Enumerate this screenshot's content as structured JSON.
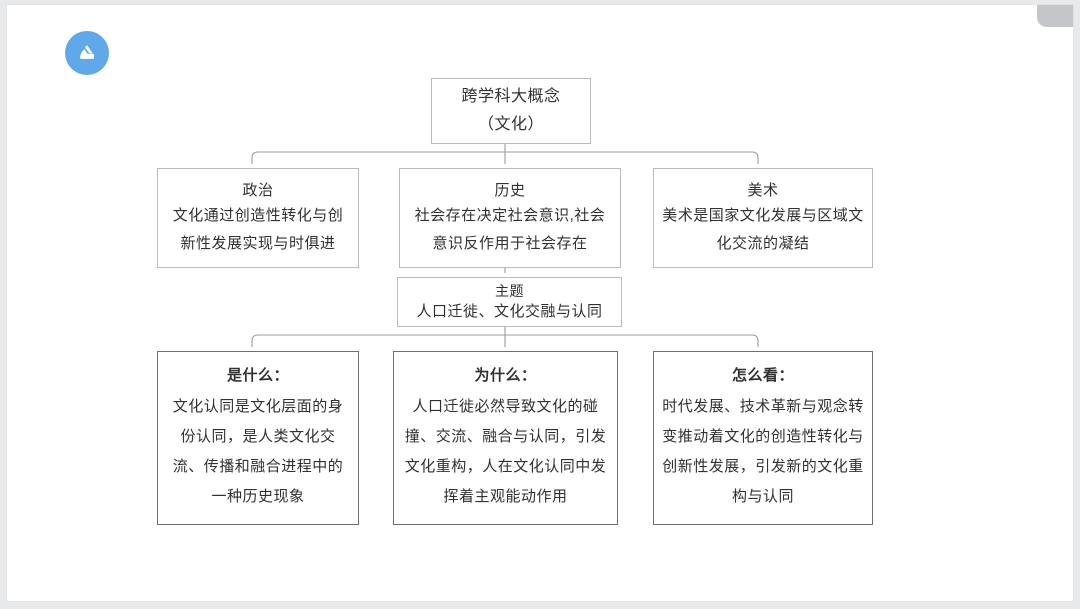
{
  "app": {
    "logo_icon": "mountain-peak-logo-icon",
    "logo_color": "#61a8ea",
    "corner_chip_color": "#c4c6ca",
    "canvas_background": "#ffffff",
    "page_background": "#e8e9eb"
  },
  "diagram": {
    "type": "tree",
    "node_border_color": "#b9bbbe",
    "node_border_color_strong": "#6d6f72",
    "connector_color": "#9a9c9f",
    "text_color": "#2f3133",
    "root": {
      "line1": "跨学科大概念",
      "line2": "（文化）"
    },
    "subjects": [
      {
        "id": "politics",
        "title": "政治",
        "body": "文化通过创造性转化与创新性发展实现与时俱进"
      },
      {
        "id": "history",
        "title": "历史",
        "body": "社会存在决定社会意识,社会意识反作用于社会存在"
      },
      {
        "id": "art",
        "title": "美术",
        "body": "美术是国家文化发展与区域文化交流的凝结"
      }
    ],
    "theme": {
      "title": "主题",
      "body": "人口迁徙、文化交融与认同"
    },
    "questions": [
      {
        "id": "what",
        "title": "是什么：",
        "body": "文化认同是文化层面的身份认同，是人类文化交流、传播和融合进程中的一种历史现象"
      },
      {
        "id": "why",
        "title": "为什么：",
        "body": "人口迁徙必然导致文化的碰撞、交流、融合与认同，引发文化重构，人在文化认同中发挥着主观能动作用"
      },
      {
        "id": "how",
        "title": "怎么看：",
        "body": "时代发展、技术革新与观念转变推动着文化的创造性转化与创新性发展，引发新的文化重构与认同"
      }
    ]
  }
}
